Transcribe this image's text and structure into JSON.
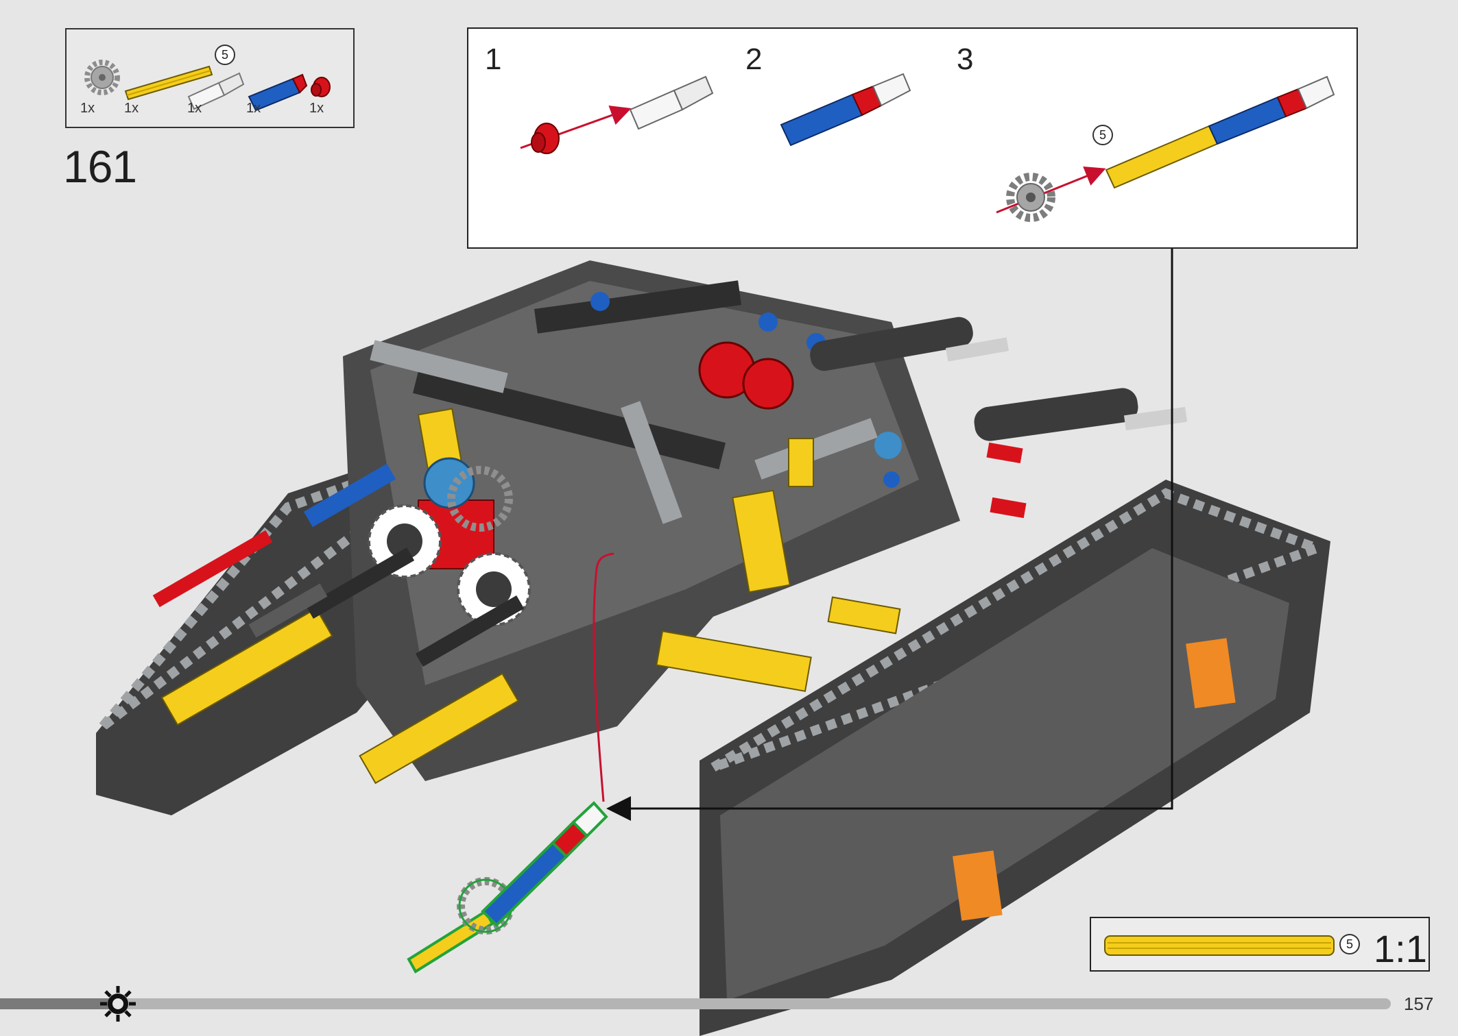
{
  "step": {
    "number": "161"
  },
  "parts_list": {
    "items": [
      {
        "name": "gear-icon",
        "qty": "1x",
        "color": "#9a9a9a"
      },
      {
        "name": "yellow-axle-icon",
        "qty": "1x",
        "color": "#f5cd1c",
        "length_label": "5"
      },
      {
        "name": "white-axle-pin-icon",
        "qty": "1x",
        "color": "#f2f2f2"
      },
      {
        "name": "blue-axle-connector-icon",
        "qty": "1x",
        "color": "#1f5fc2"
      },
      {
        "name": "red-bush-icon",
        "qty": "1x",
        "color": "#d8121b"
      }
    ]
  },
  "substeps": [
    {
      "label": "1"
    },
    {
      "label": "2"
    },
    {
      "label": "3",
      "axle_length_label": "5"
    }
  ],
  "scale_box": {
    "ratio": "1:1",
    "axle_length_label": "5"
  },
  "page": {
    "number": "157",
    "progress": 0.085
  },
  "colors": {
    "yellow": "#f5cd1c",
    "blue": "#1f5fc2",
    "red": "#d8121b",
    "dark_grey": "#3f3f3f",
    "light_grey": "#9fa3a6",
    "orange": "#f08a24",
    "arrow": "#c8102e"
  }
}
